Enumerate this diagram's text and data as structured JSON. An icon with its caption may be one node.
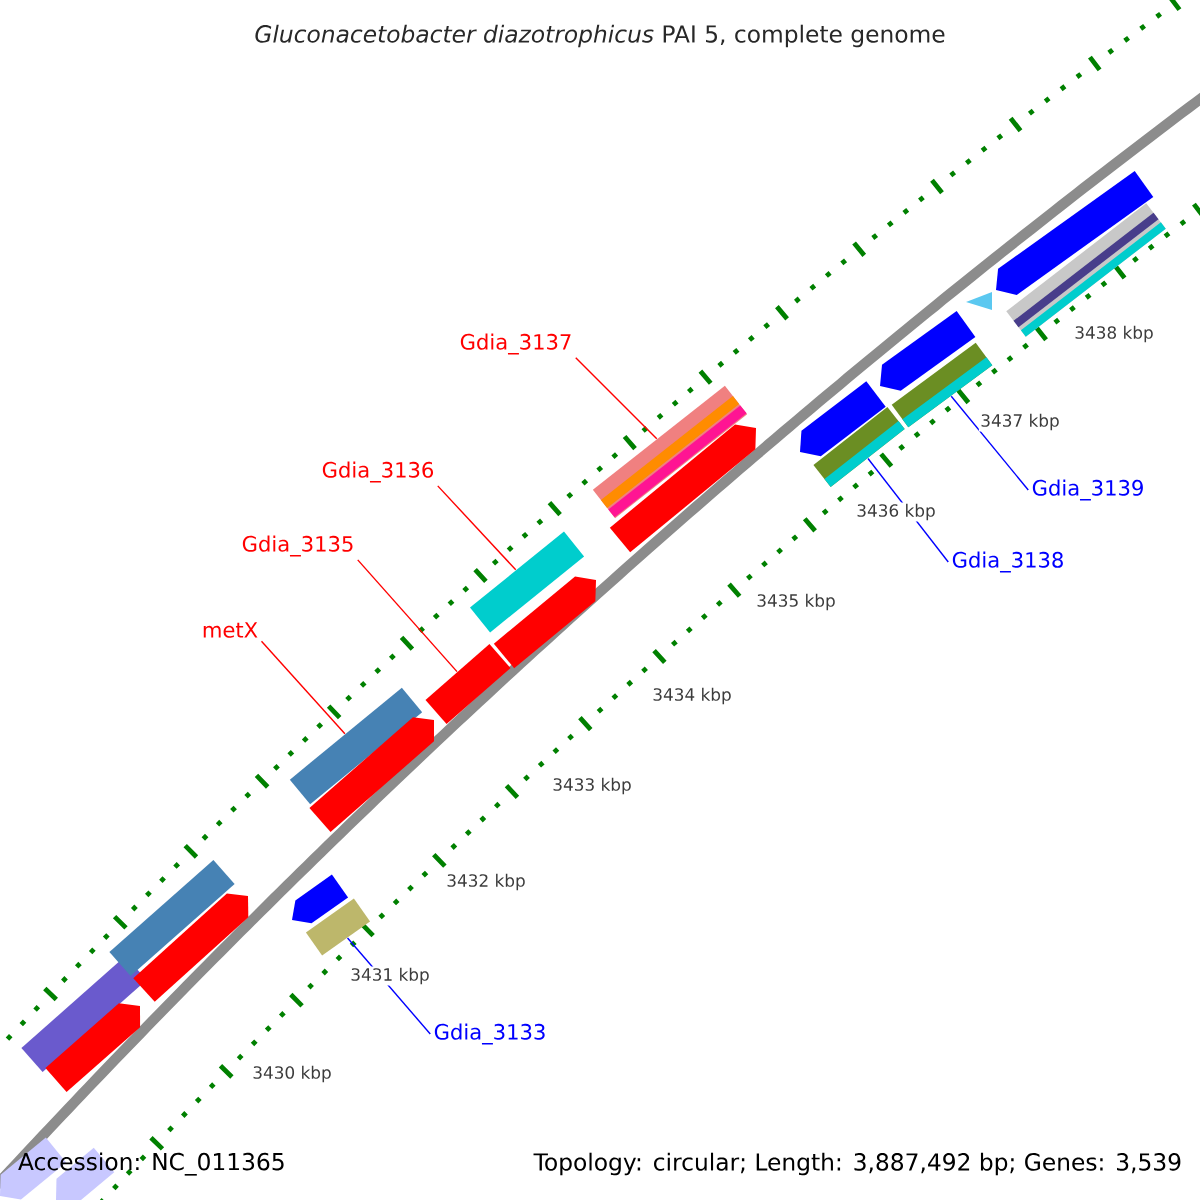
{
  "diagram": {
    "title": "*Gluconacetobacter diazotrophicus* PAI 5, complete genome",
    "nodes": [
      {
        "text": [
          "Gdia_3137"
        ]
      },
      {
        "text": [
          "Gdia_3136"
        ]
      },
      {
        "text": [
          "Gdia_3135"
        ]
      },
      {
        "text": [
          "metX"
        ]
      },
      {
        "text": [
          "Gdia_3139"
        ]
      },
      {
        "text": [
          "Gdia_3138"
        ]
      },
      {
        "text": [
          "Gdia_3133"
        ]
      },
      {
        "text": [],
        "shape": "bar"
      },
      {
        "text": [],
        "shape": "bar"
      },
      {
        "text": [],
        "shape": "bar"
      },
      {
        "text": [],
        "shape": "bar"
      },
      {
        "text": [],
        "shape": "bar"
      },
      {
        "text": [],
        "shape": "bar"
      },
      {
        "text": [],
        "shape": "bar"
      },
      {
        "text": [],
        "shape": "bar"
      },
      {
        "text": [],
        "shape": "bar"
      },
      {
        "text": [],
        "shape": "pentagon"
      },
      {
        "text": [],
        "shape": "pentagon"
      },
      {
        "text": [],
        "shape": "pentagon"
      },
      {
        "text": [],
        "shape": "pentagon"
      },
      {
        "text": [],
        "shape": "pentagon"
      },
      {
        "text": [],
        "shape": "pentagon"
      },
      {
        "text": [],
        "shape": "pentagon"
      },
      {
        "text": [],
        "shape": "pentagon"
      },
      {
        "text": [],
        "shape": "pentagon"
      },
      {
        "text": [],
        "shape": "pentagon"
      },
      {
        "text": [],
        "shape": "pentagon"
      },
      {
        "text": [],
        "shape": "bar"
      },
      {
        "text": [],
        "shape": "triangle"
      }
    ],
    "edges": [
      {
        "from": 0,
        "to": 7,
        "arrow": "none"
      },
      {
        "from": 1,
        "to": 8,
        "arrow": "none"
      },
      {
        "from": 2,
        "to": 9,
        "arrow": "none"
      },
      {
        "from": 3,
        "to": 10,
        "arrow": "none"
      },
      {
        "from": 4,
        "to": 11,
        "arrow": "none",
        "color": "#0000ff"
      },
      {
        "from": 5,
        "to": 12,
        "arrow": "none",
        "color": "#0000ff"
      },
      {
        "from": 6,
        "to": 13,
        "arrow": "none",
        "color": "#0000ff"
      }
    ],
    "labels": [
      "3438 kbp",
      "3437 kbp",
      "3436 kbp",
      "3435 kbp",
      "3434 kbp",
      "3433 kbp",
      "3432 kbp",
      "3431 kbp",
      "3430 kbp",
      "Accession: NC_011365",
      "Topology: circular; Length: 3,887,492 bp; Genes: 3,539"
    ]
  }
}
